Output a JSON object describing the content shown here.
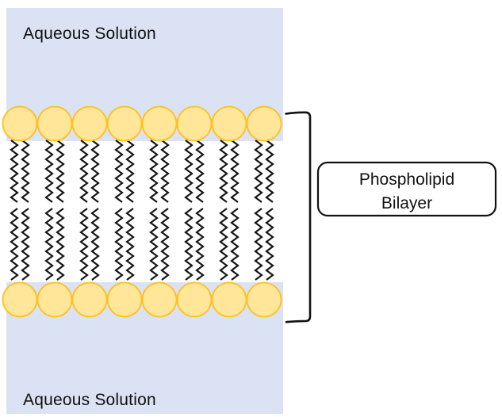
{
  "title": "Phospholipid Bilayer Diagram",
  "labels": {
    "aqueous_top": "Aqueous Solution",
    "aqueous_bottom": "Aqueous Solution",
    "bilayer_line1": "Phospholipid",
    "bilayer_line2": "Bilayer"
  },
  "colors": {
    "solution_fill": "#dae2f3",
    "head_fill": "#ffe699",
    "head_stroke": "#ffc01e",
    "tail_stroke": "#161616",
    "outline": "#121212",
    "label_box_fill": "#ffffff"
  },
  "diagram": {
    "lipids_per_leaflet": 8,
    "tails_per_lipid": 2,
    "leaflets": 2
  }
}
